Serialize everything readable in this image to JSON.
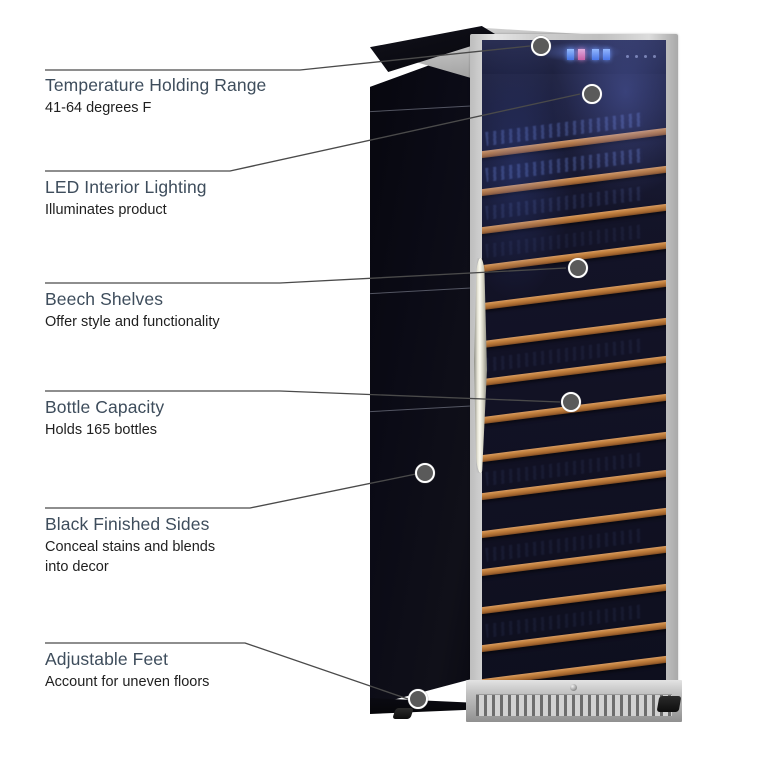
{
  "diagram": {
    "title": "Wine Cooler Feature Callouts",
    "accent_heading_color": "#3e4d5c",
    "body_text_color": "#1f1f1f",
    "leader_line_color": "#4a4a4a",
    "marker_fill_color": "#5a5a5a",
    "marker_ring_color": "#ffffff",
    "background_color": "#ffffff"
  },
  "callouts": [
    {
      "id": "temperature-holding-range",
      "title": "Temperature Holding Range",
      "subtitle": "41-64 degrees F"
    },
    {
      "id": "led-interior-lighting",
      "title": "LED Interior Lighting",
      "subtitle": "Illuminates product"
    },
    {
      "id": "beech-shelves",
      "title": "Beech Shelves",
      "subtitle": "Offer style and functionality"
    },
    {
      "id": "bottle-capacity",
      "title": "Bottle Capacity",
      "subtitle": "Holds 165 bottles"
    },
    {
      "id": "black-finished-sides",
      "title": "Black Finished Sides",
      "subtitle": "Conceal stains and blends\ninto decor"
    },
    {
      "id": "adjustable-feet",
      "title": "Adjustable Feet",
      "subtitle": "Account for uneven floors"
    }
  ],
  "product": {
    "name": "stainless-steel-wine-cooler",
    "door_frame_color": "#cfcfcf",
    "side_panel_color": "#0a0a14",
    "shelf_color": "#c4823f",
    "interior_glow_color": "#7a8cff",
    "shelf_count": 16,
    "handle_color": "#e8e6d8"
  }
}
